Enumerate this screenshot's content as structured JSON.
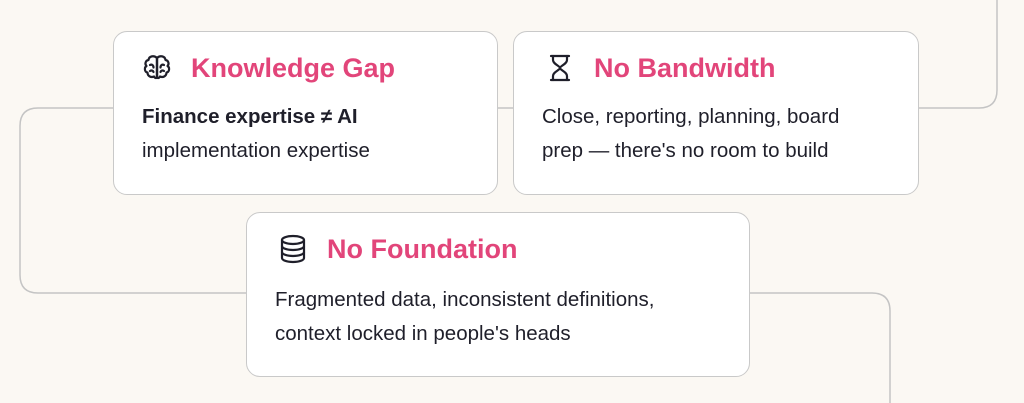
{
  "colors": {
    "background": "#fbf8f3",
    "card": "#ffffff",
    "card_border": "#c9c9c9",
    "accent": "#e2457a",
    "text": "#1f1f2a",
    "connector": "#c4c4c4"
  },
  "cards": {
    "knowledge_gap": {
      "icon": "brain-icon",
      "title": "Knowledge Gap",
      "body_line1": "Finance expertise ≠ AI",
      "body_line2": "implementation expertise"
    },
    "no_bandwidth": {
      "icon": "hourglass-icon",
      "title": "No Bandwidth",
      "body_line1": "Close, reporting, planning, board",
      "body_line2": "prep — there's no room to build"
    },
    "no_foundation": {
      "icon": "database-icon",
      "title": "No Foundation",
      "body_line1": "Fragmented data, inconsistent definitions,",
      "body_line2": "context locked in people's heads"
    }
  }
}
